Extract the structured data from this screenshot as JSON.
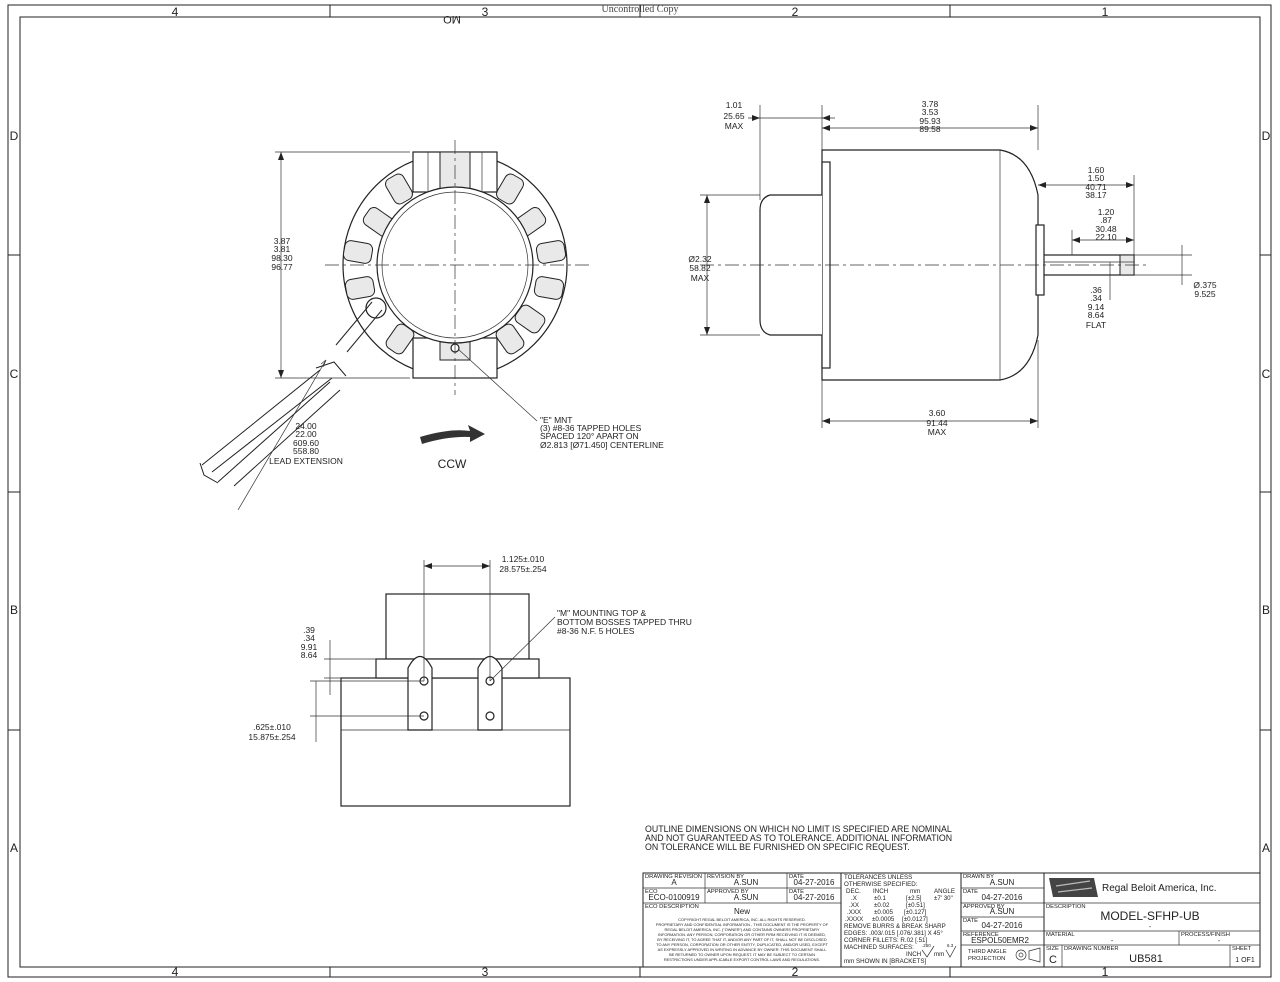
{
  "sheet": {
    "header_note": "Uncontrolled Copy",
    "header_fragment": "MO",
    "zones_horizontal": [
      "4",
      "3",
      "2",
      "1"
    ],
    "zones_vertical": [
      "D",
      "C",
      "B",
      "A"
    ]
  },
  "front_view": {
    "height_dims": [
      "3.87",
      "3.81",
      "98.30",
      "96.77"
    ],
    "lead_dims": [
      "24.00",
      "22.00",
      "609.60",
      "558.80"
    ],
    "lead_label": "LEAD EXTENSION",
    "rotation_label": "CCW",
    "mount_note": [
      "\"E\" MNT",
      "(3) #8-36 TAPPED HOLES",
      "SPACED 120° APART ON",
      "Ø2.813 [Ø71.450] CENTERLINE"
    ]
  },
  "side_view": {
    "dim_a": [
      "1.01",
      "25.65",
      "MAX"
    ],
    "dim_b": [
      "3.78",
      "3.53",
      "95.93",
      "89.58"
    ],
    "dim_c": [
      "1.60",
      "1.50",
      "40.71",
      "38.17"
    ],
    "dim_d": [
      "1.20",
      ".87",
      "30.48",
      "22.10"
    ],
    "dim_dia": [
      "Ø2.32",
      "58.82",
      "MAX"
    ],
    "dim_shaft": [
      "Ø.375",
      "9.525"
    ],
    "dim_flat": [
      ".36",
      ".34",
      "9.14",
      "8.64",
      "FLAT"
    ],
    "dim_len": [
      "3.60",
      "91.44",
      "MAX"
    ]
  },
  "bottom_view": {
    "dim_top": [
      "1.125±.010",
      "28.575±.254"
    ],
    "dim_left": [
      ".39",
      ".34",
      "9.91",
      "8.64"
    ],
    "dim_low": [
      ".625±.010",
      "15.875±.254"
    ],
    "mount_note": [
      "\"M\" MOUNTING TOP &",
      "BOTTOM BOSSES TAPPED THRU",
      "#8-36 N.F. 5 HOLES"
    ]
  },
  "general_note": [
    "OUTLINE DIMENSIONS ON WHICH NO LIMIT IS SPECIFIED ARE NOMINAL",
    "AND NOT GUARANTEED AS TO TOLERANCE. ADDITIONAL INFORMATION",
    "ON TOLERANCE WILL BE FURNISHED ON SPECIFIC REQUEST."
  ],
  "title_block": {
    "drawing_revision_label": "DRAWING REVISION",
    "drawing_revision": "A",
    "revision_by_label": "REVISION BY",
    "revision_by": "A.SUN",
    "date_label": "DATE",
    "revision_date": "04-27-2016",
    "eco_label": "ECO",
    "eco": "ECO-0100919",
    "approved_by_label": "APPROVED BY",
    "approved_by": "A.SUN",
    "approved_date": "04-27-2016",
    "eco_description_label": "ECO DESCRIPTION",
    "eco_description": "New",
    "copyright": [
      "COPYRIGHT REGAL BELOIT AMERICA, INC. ALL RIGHTS RESERVED.",
      "PROPRIETARY AND CONFIDENTIAL INFORMATION - THIS DOCUMENT IS THE PROPERTY OF",
      "REGAL BELOIT AMERICA, INC. (\"OWNER\") AND CONTAINS OWNERS PROPRIETARY",
      "INFORMATION. ANY PERSON, CORPORATION OR OTHER FIRM RECEIVING IT IS DEEMED,",
      "BY RECEIVING IT, TO AGREE THAT IT, AND/OR ANY PART OF IT, SHALL NOT BE DISCLOSED",
      "TO ANY PERSON, CORPORATION OR OTHER ENTITY, DUPLICATED, AND/OR USED, EXCEPT",
      "AS EXPRESSLY APPROVED IN WRITING IN ADVANCE BY OWNER. THIS DOCUMENT SHALL",
      "BE RETURNED TO OWNER UPON REQUEST. IT MAY BE SUBJECT TO CERTAIN",
      "RESTRICTIONS UNDER APPLICABLE EXPORT CONTROL LAWS AND REGULATIONS."
    ],
    "tolerances_title": [
      "TOLERANCES UNLESS",
      "OTHERWISE SPECIFIED:"
    ],
    "tol_headers": [
      "DEC.",
      "INCH",
      "mm",
      "ANGLE"
    ],
    "tol_rows": [
      [
        ".X",
        "±0.1",
        "[±2.5]"
      ],
      [
        ".XX",
        "±0.02",
        "[±0.51]"
      ],
      [
        ".XXX",
        "±0.005",
        "[±0.127]"
      ],
      [
        ".XXXX",
        "±0.0005",
        "[±0.0127]"
      ]
    ],
    "tol_angle": "±7' 30\"",
    "tol_notes": [
      "REMOVE BURRS & BREAK SHARP",
      "EDGES: .003/.015 [.076/.381] X 45°",
      "CORNER FILLETS: R.02 [.51]",
      "MACHINED SURFACES:"
    ],
    "tol_surface_values": [
      ".250",
      "6.3",
      "INCH",
      "mm"
    ],
    "shown_in": "mm SHOWN IN [BRACKETS]",
    "drawn_by_label": "DRAWN BY",
    "drawn_by": "A.SUN",
    "drawn_date": "04-27-2016",
    "approved2_by": "A.SUN",
    "approved2_date": "04-27-2016",
    "reference_label": "REFERENCE",
    "reference": "ESPOL50EMR2",
    "projection": [
      "THIRD ANGLE",
      "PROJECTION"
    ],
    "company": "Regal Beloit America, Inc.",
    "description_label": "DESCRIPTION",
    "description": "MODEL-SFHP-UB",
    "description_sub": "-",
    "material_label": "MATERIAL",
    "material": "-",
    "process_label": "PROCESS/FINISH",
    "process": "-",
    "size_label": "SIZE",
    "size": "C",
    "drawing_number_label": "DRAWING NUMBER",
    "drawing_number": "UB581",
    "sheet_label": "SHEET",
    "sheet": "1 OF1"
  }
}
